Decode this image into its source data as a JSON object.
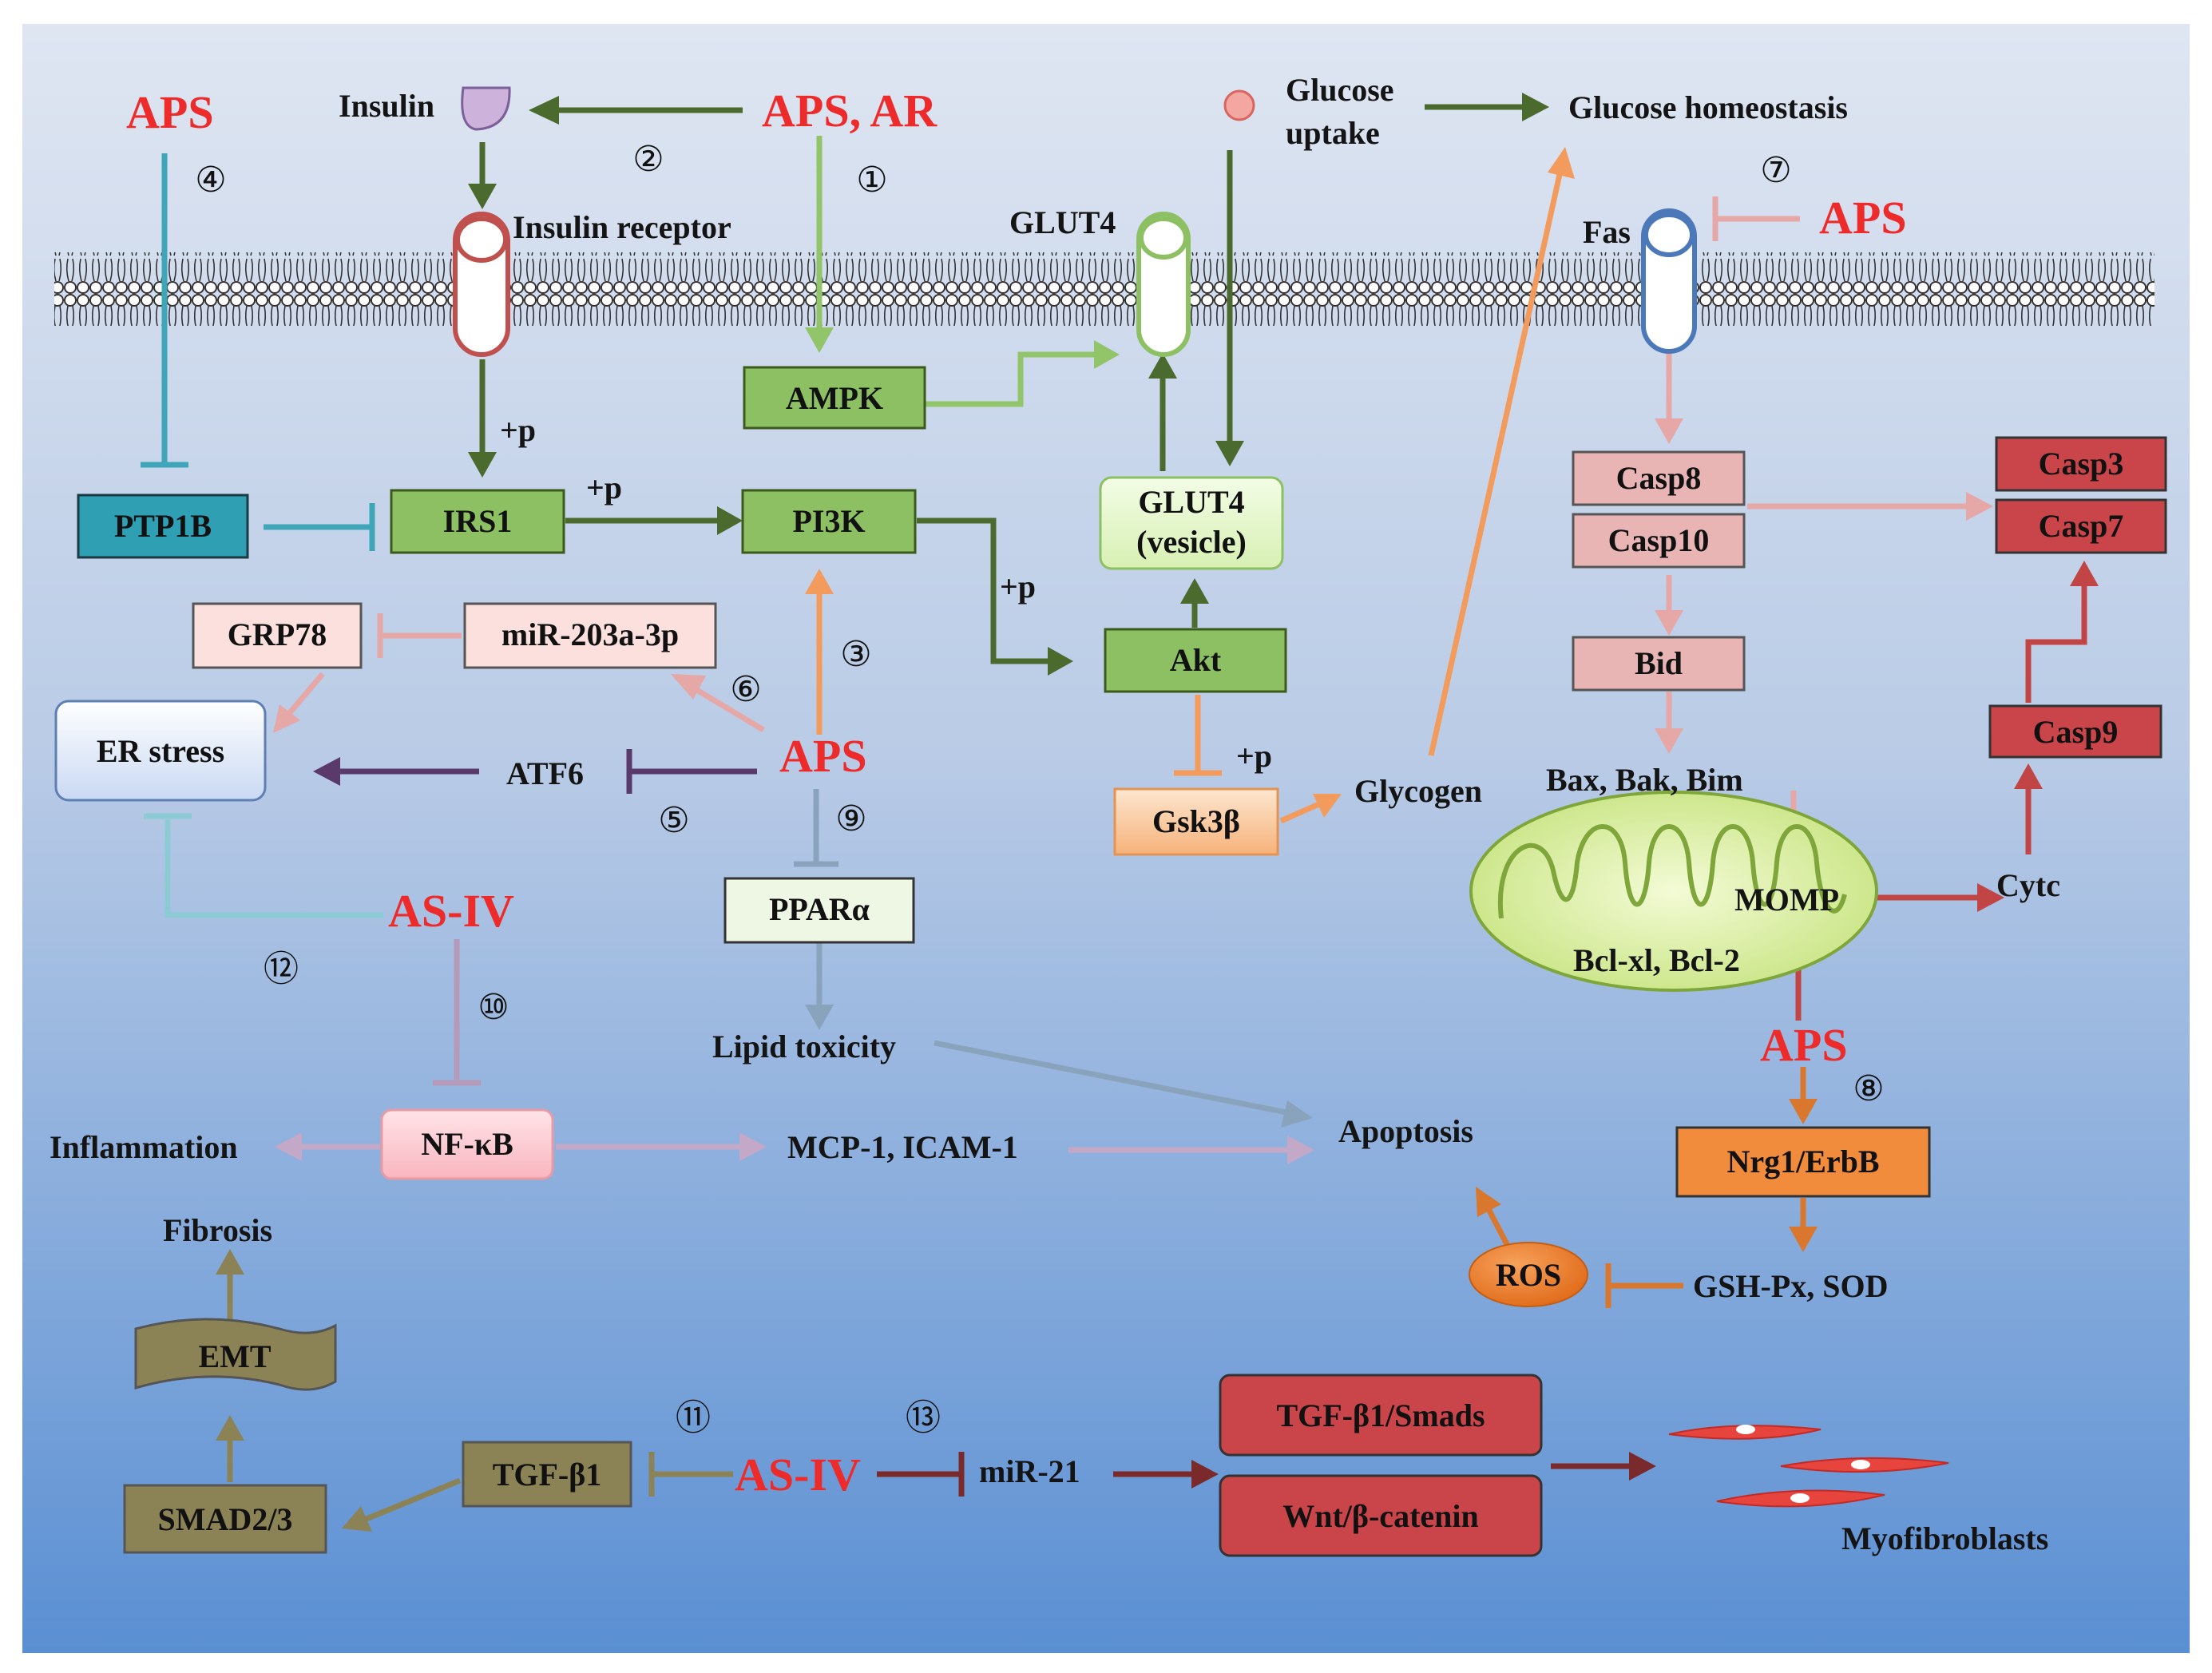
{
  "colors": {
    "bg_top": "#dfe6f2",
    "bg_bottom": "#5a8fd3",
    "drug_red": "#ee2b2b",
    "green_dark": "#4b6a2e",
    "green_light": "#92c46a",
    "teal": "#3ea6b8",
    "pink": "#e6a7a7",
    "orange": "#f29b5c",
    "orange_dark": "#d9772e",
    "purple": "#5a3a6b",
    "steel": "#8aa3bd",
    "dark_red": "#c24545",
    "maroon": "#7a2a2a",
    "olive": "#8b8356"
  },
  "drugs": {
    "aps_ar": "APS, AR",
    "aps_4": "APS",
    "aps_7": "APS",
    "aps_center": "APS",
    "aps_8": "APS",
    "asiv_12": "AS-IV",
    "asiv_11": "AS-IV"
  },
  "numbers": {
    "n1": "①",
    "n2": "②",
    "n3": "③",
    "n4": "④",
    "n5": "⑤",
    "n6": "⑥",
    "n7": "⑦",
    "n8": "⑧",
    "n9": "⑨",
    "n10": "⑩",
    "n11": "⑪",
    "n12": "⑫",
    "n13": "⑬"
  },
  "labels": {
    "insulin": "Insulin",
    "insulin_receptor": "Insulin receptor",
    "glut4_top": "GLUT4",
    "glucose_uptake_1": "Glucose",
    "glucose_uptake_2": "uptake",
    "glucose_homeostasis": "Glucose homeostasis",
    "fas": "Fas",
    "plus_p_1": "+p",
    "plus_p_2": "+p",
    "plus_p_3": "+p",
    "plus_p_4": "+p",
    "atf6": "ATF6",
    "glycogen": "Glycogen",
    "bax_bak_bim": "Bax, Bak, Bim",
    "momp": "MOMP",
    "bcl": "Bcl-xl, Bcl-2",
    "cytc": "Cytc",
    "lipid_toxicity": "Lipid toxicity",
    "inflammation": "Inflammation",
    "mcp": "MCP-1, ICAM-1",
    "apoptosis": "Apoptosis",
    "gsh": "GSH-Px, SOD",
    "fibrosis": "Fibrosis",
    "mir21": "miR-21",
    "myofibroblasts": "Myofibroblasts"
  },
  "boxes": {
    "ampk": "AMPK",
    "ptp1b": "PTP1B",
    "irs1": "IRS1",
    "pi3k": "PI3K",
    "glut4_vesicle_1": "GLUT4",
    "glut4_vesicle_2": "(vesicle)",
    "akt": "Akt",
    "gsk3b": "Gsk3β",
    "grp78": "GRP78",
    "mir203": "miR-203a-3p",
    "er_stress": "ER stress",
    "ppara": "PPARα",
    "nfkb": "NF-κB",
    "casp8": "Casp8",
    "casp10": "Casp10",
    "bid": "Bid",
    "casp3": "Casp3",
    "casp7": "Casp7",
    "casp9": "Casp9",
    "nrg1": "Nrg1/ErbB",
    "ros": "ROS",
    "emt": "EMT",
    "smad23": "SMAD2/3",
    "tgfb1": "TGF-β1",
    "tgf_smads": "TGF-β1/Smads",
    "wnt": "Wnt/β-catenin"
  }
}
